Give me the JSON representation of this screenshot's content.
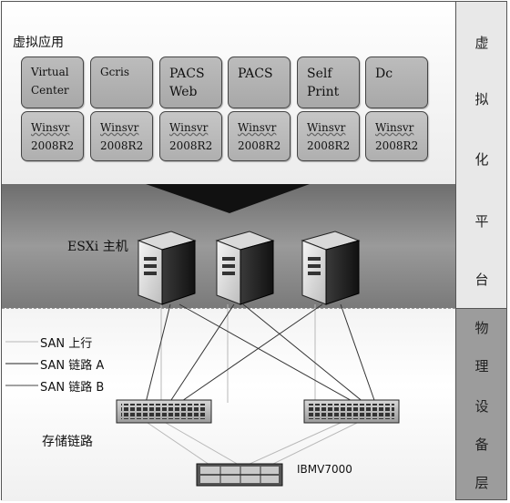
{
  "virtual_section": {
    "label": "虚拟应用",
    "apps": [
      {
        "name": "Virtual\nCenter",
        "os_line1": "Winsvr",
        "os_line2": "2008R2"
      },
      {
        "name": "Gcris",
        "os_line1": "Winsvr",
        "os_line2": "2008R2"
      },
      {
        "name": "PACS\nWeb",
        "os_line1": "Winsvr",
        "os_line2": "2008R2"
      },
      {
        "name": "PACS",
        "os_line1": "Winsvr",
        "os_line2": "2008R2"
      },
      {
        "name": "Self\nPrint",
        "os_line1": "Winsvr",
        "os_line2": "2008R2"
      },
      {
        "name": "Dc",
        "os_line1": "Winsvr",
        "os_line2": "2008R2"
      }
    ]
  },
  "side_labels": {
    "virtualization_platform": [
      "虚",
      "拟",
      "化",
      "平",
      "台"
    ],
    "physical_layer": [
      "物",
      "理",
      "设",
      "备",
      "层"
    ]
  },
  "esxi": {
    "label": "ESXi 主机",
    "host_count": 3
  },
  "legend": {
    "san_uplink": "SAN 上行",
    "san_link_a": "SAN 链路 A",
    "san_link_b": "SAN 链路 B"
  },
  "storage": {
    "label": "存储链路",
    "device": "IBMV7000"
  },
  "colors": {
    "esxi_band": "#8a8a8a",
    "app_box": "#b4b4b4",
    "uplink_line": "#b8b8b8",
    "link_a": "#222222",
    "link_b": "#444444"
  }
}
